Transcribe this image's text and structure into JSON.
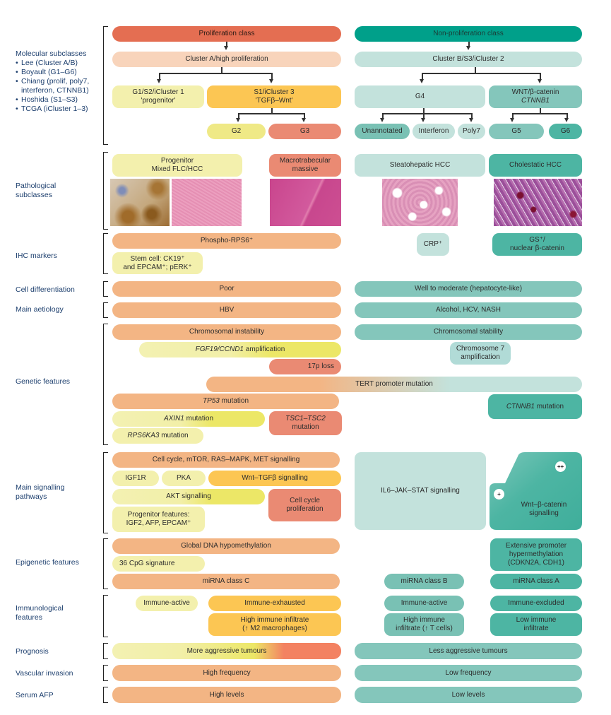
{
  "row_labels": {
    "molecular": "Molecular subclasses",
    "molecular_items": [
      "Lee (Cluster A/B)",
      "Boyault (G1–G6)",
      "Chiang (prolif, poly7, interferon, CTNNB1)",
      "Hoshida (S1–S3)",
      "TCGA (iCluster 1–3)"
    ],
    "pathological": "Pathological subclasses",
    "ihc": "IHC markers",
    "differentiation": "Cell differentiation",
    "aetiology": "Main aetiology",
    "genetic": "Genetic features",
    "signalling": "Main signalling pathways",
    "epigenetic": "Epigenetic features",
    "immunological": "Immunological features",
    "prognosis": "Prognosis",
    "vascular": "Vascular invasion",
    "afp": "Serum AFP"
  },
  "molecular": {
    "proliferation_class": "Proliferation class",
    "non_proliferation_class": "Non-proliferation class",
    "cluster_a": "Cluster A/high proliferation",
    "cluster_b": "Cluster B/S3/iCluster 2",
    "g1": "G1/S2/iCluster 1\n'progenitor'",
    "s1": "S1/iCluster 3\n'TGFβ–Wnt'",
    "g2": "G2",
    "g3": "G3",
    "g4": "G4",
    "wnt": "WNT/β-catenin",
    "wnt_gene": "CTNNB1",
    "unannotated": "Unannotated",
    "interferon": "Interferon",
    "poly7": "Poly7",
    "g5": "G5",
    "g6": "G6"
  },
  "pathological": {
    "progenitor": "Progenitor\nMixed FLC/HCC",
    "macrotrabecular": "Macrotrabecular\nmassive",
    "steatohepatic": "Steatohepatic HCC",
    "cholestatic": "Cholestatic HCC",
    "images": [
      "IHC-stained progenitor tissue",
      "H&E mixed FLC/HCC tissue",
      "H&E macrotrabecular massive tissue",
      "H&E steatohepatic tissue",
      "H&E cholestatic tissue"
    ]
  },
  "ihc": {
    "phospho": "Phospho-RPS6⁺",
    "stem": "Stem cell: CK19⁺\nand EPCAM⁺; pERK⁺",
    "crp": "CRP⁺",
    "gs": "GS⁺/\nnuclear β-catenin"
  },
  "differentiation": {
    "left": "Poor",
    "right": "Well to moderate (hepatocyte-like)"
  },
  "aetiology": {
    "left": "HBV",
    "right": "Alcohol, HCV, NASH"
  },
  "genetic": {
    "instability": "Chromosomal instability",
    "stability": "Chromosomal stability",
    "fgf19_gene": "FGF19/CCND1",
    "fgf19_suffix": " amplification",
    "chr7": "Chromosome 7\namplification",
    "p17": "17p loss",
    "tert": "TERT promoter mutation",
    "tp53_gene": "TP53",
    "tp53_suffix": " mutation",
    "ctnnb1_gene": "CTNNB1",
    "ctnnb1_suffix": " mutation",
    "axin1_gene": "AXIN1",
    "axin1_suffix": " mutation",
    "tsc_gene": "TSC1–TSC2",
    "tsc_suffix": "mutation",
    "rps6ka3_gene": "RPS6KA3",
    "rps6ka3_suffix": " mutation"
  },
  "signalling": {
    "cellcycle": "Cell cycle, mTOR, RAS–MAPK, MET signalling",
    "igf1r": "IGF1R",
    "pka": "PKA",
    "wnt_tgf": "Wnt–TGFβ signalling",
    "akt": "AKT signalling",
    "cc_prolif": "Cell cycle\nproliferation",
    "progenitor": "Progenitor features:\nIGF2, AFP, EPCAM⁺",
    "il6": "IL6–JAK–STAT signalling",
    "wnt_beta": "Wnt–β-catenin\nsignalling",
    "plus": "+",
    "plusplus": "++"
  },
  "epigenetic": {
    "hypomethylation": "Global DNA hypomethylation",
    "cpg": "36 CpG signature",
    "mirna_c": "miRNA class C",
    "hypermethylation": "Extensive promoter\nhypermethylation\n(CDKN2A, CDH1)",
    "mirna_b": "miRNA class B",
    "mirna_a": "miRNA class A"
  },
  "immunological": {
    "active_left": "Immune-active",
    "exhausted": "Immune-exhausted",
    "high_m2": "High immune infiltrate\n(↑ M2 macrophages)",
    "active_right": "Immune-active",
    "high_t": "High immune\ninfiltrate (↑ T cells)",
    "excluded": "Immune-excluded",
    "low": "Low immune\ninfiltrate"
  },
  "prognosis": {
    "left": "More aggressive tumours",
    "right": "Less aggressive tumours"
  },
  "vascular": {
    "left": "High frequency",
    "right": "Low frequency"
  },
  "afp": {
    "left": "High levels",
    "right": "Low levels"
  }
}
